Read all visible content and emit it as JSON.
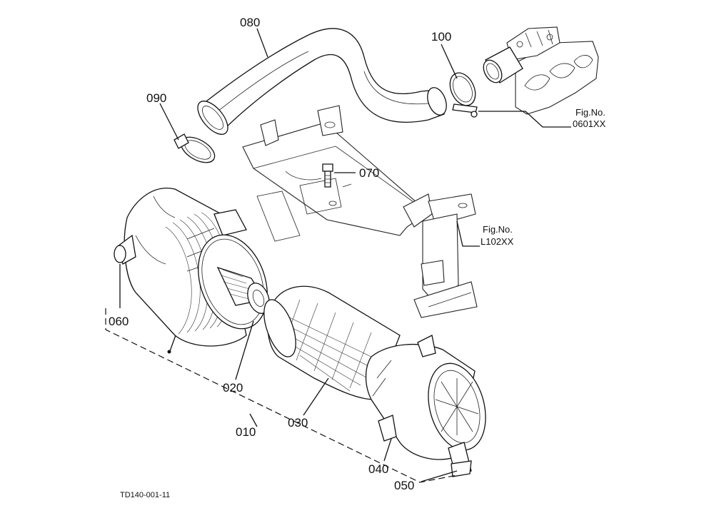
{
  "drawing_code": "TD140-001-11",
  "callouts": {
    "c010": "010",
    "c020": "020",
    "c030": "030",
    "c040": "040",
    "c050": "050",
    "c060": "060",
    "c070": "070",
    "c080": "080",
    "c090": "090",
    "c100": "100"
  },
  "figure_refs": {
    "upper": {
      "prefix": "Fig.No.",
      "number": "0601XX"
    },
    "lower": {
      "prefix": "Fig.No.",
      "number": "L102XX"
    }
  },
  "colors": {
    "ink": "#111111",
    "paper": "#ffffff"
  }
}
